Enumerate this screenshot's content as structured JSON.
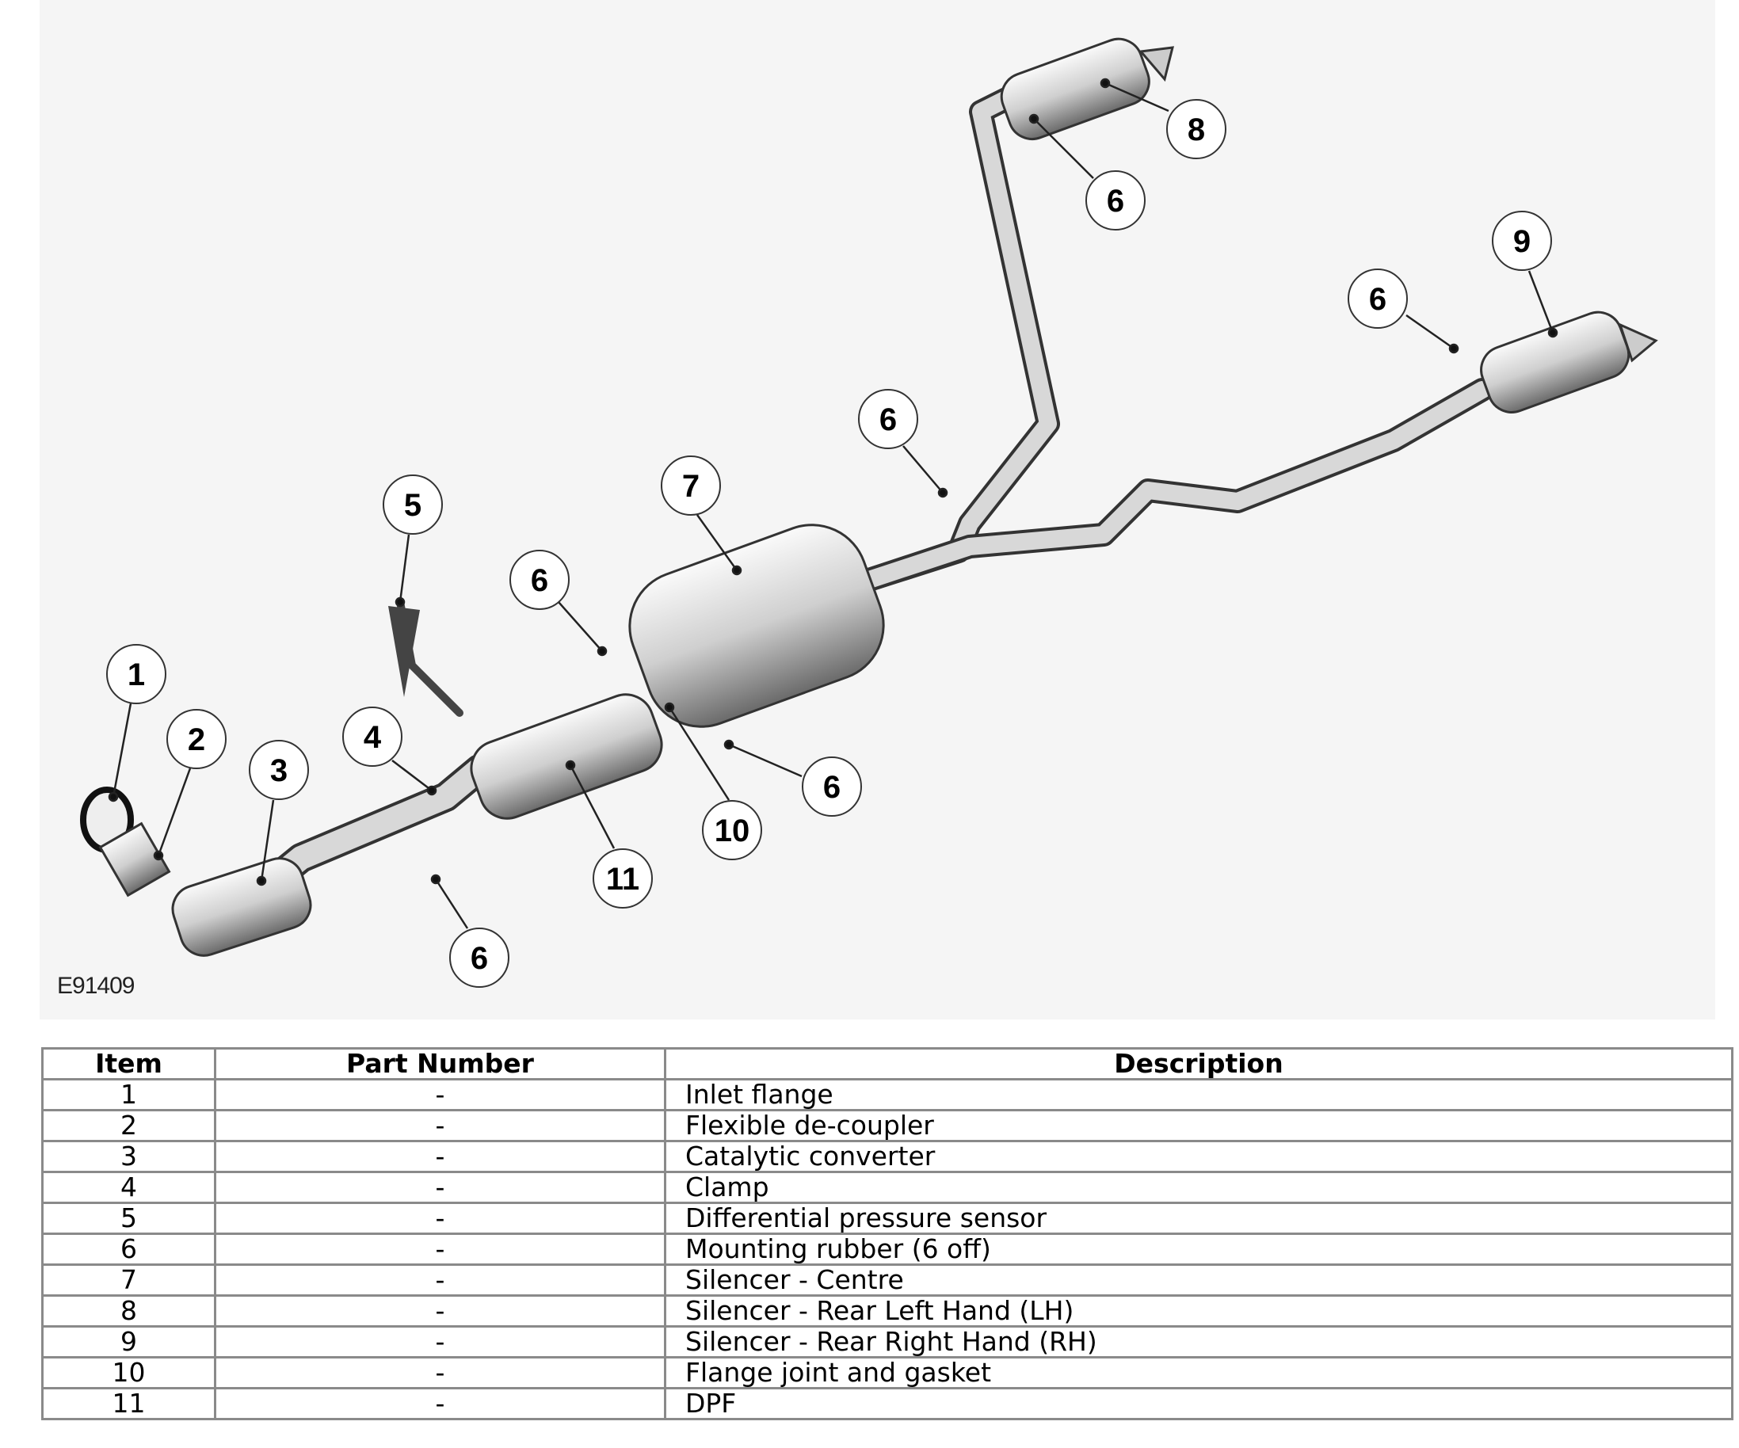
{
  "figure": {
    "id": "E91409",
    "callouts": [
      "1",
      "2",
      "3",
      "4",
      "5",
      "6",
      "7",
      "6",
      "8",
      "6",
      "9",
      "6",
      "6",
      "10",
      "11",
      "6"
    ]
  },
  "table": {
    "headers": [
      "Item",
      "Part Number",
      "Description"
    ],
    "rows": [
      {
        "item": "1",
        "part": "-",
        "desc": "Inlet flange"
      },
      {
        "item": "2",
        "part": "-",
        "desc": "Flexible de-coupler"
      },
      {
        "item": "3",
        "part": "-",
        "desc": "Catalytic converter"
      },
      {
        "item": "4",
        "part": "-",
        "desc": "Clamp"
      },
      {
        "item": "5",
        "part": "-",
        "desc": "Differential pressure sensor"
      },
      {
        "item": "6",
        "part": "-",
        "desc": "Mounting rubber (6 off)"
      },
      {
        "item": "7",
        "part": "-",
        "desc": "Silencer - Centre"
      },
      {
        "item": "8",
        "part": "-",
        "desc": "Silencer - Rear Left Hand (LH)"
      },
      {
        "item": "9",
        "part": "-",
        "desc": "Silencer - Rear Right Hand (RH)"
      },
      {
        "item": "10",
        "part": "-",
        "desc": "Flange joint and gasket"
      },
      {
        "item": "11",
        "part": "-",
        "desc": "DPF"
      }
    ]
  }
}
